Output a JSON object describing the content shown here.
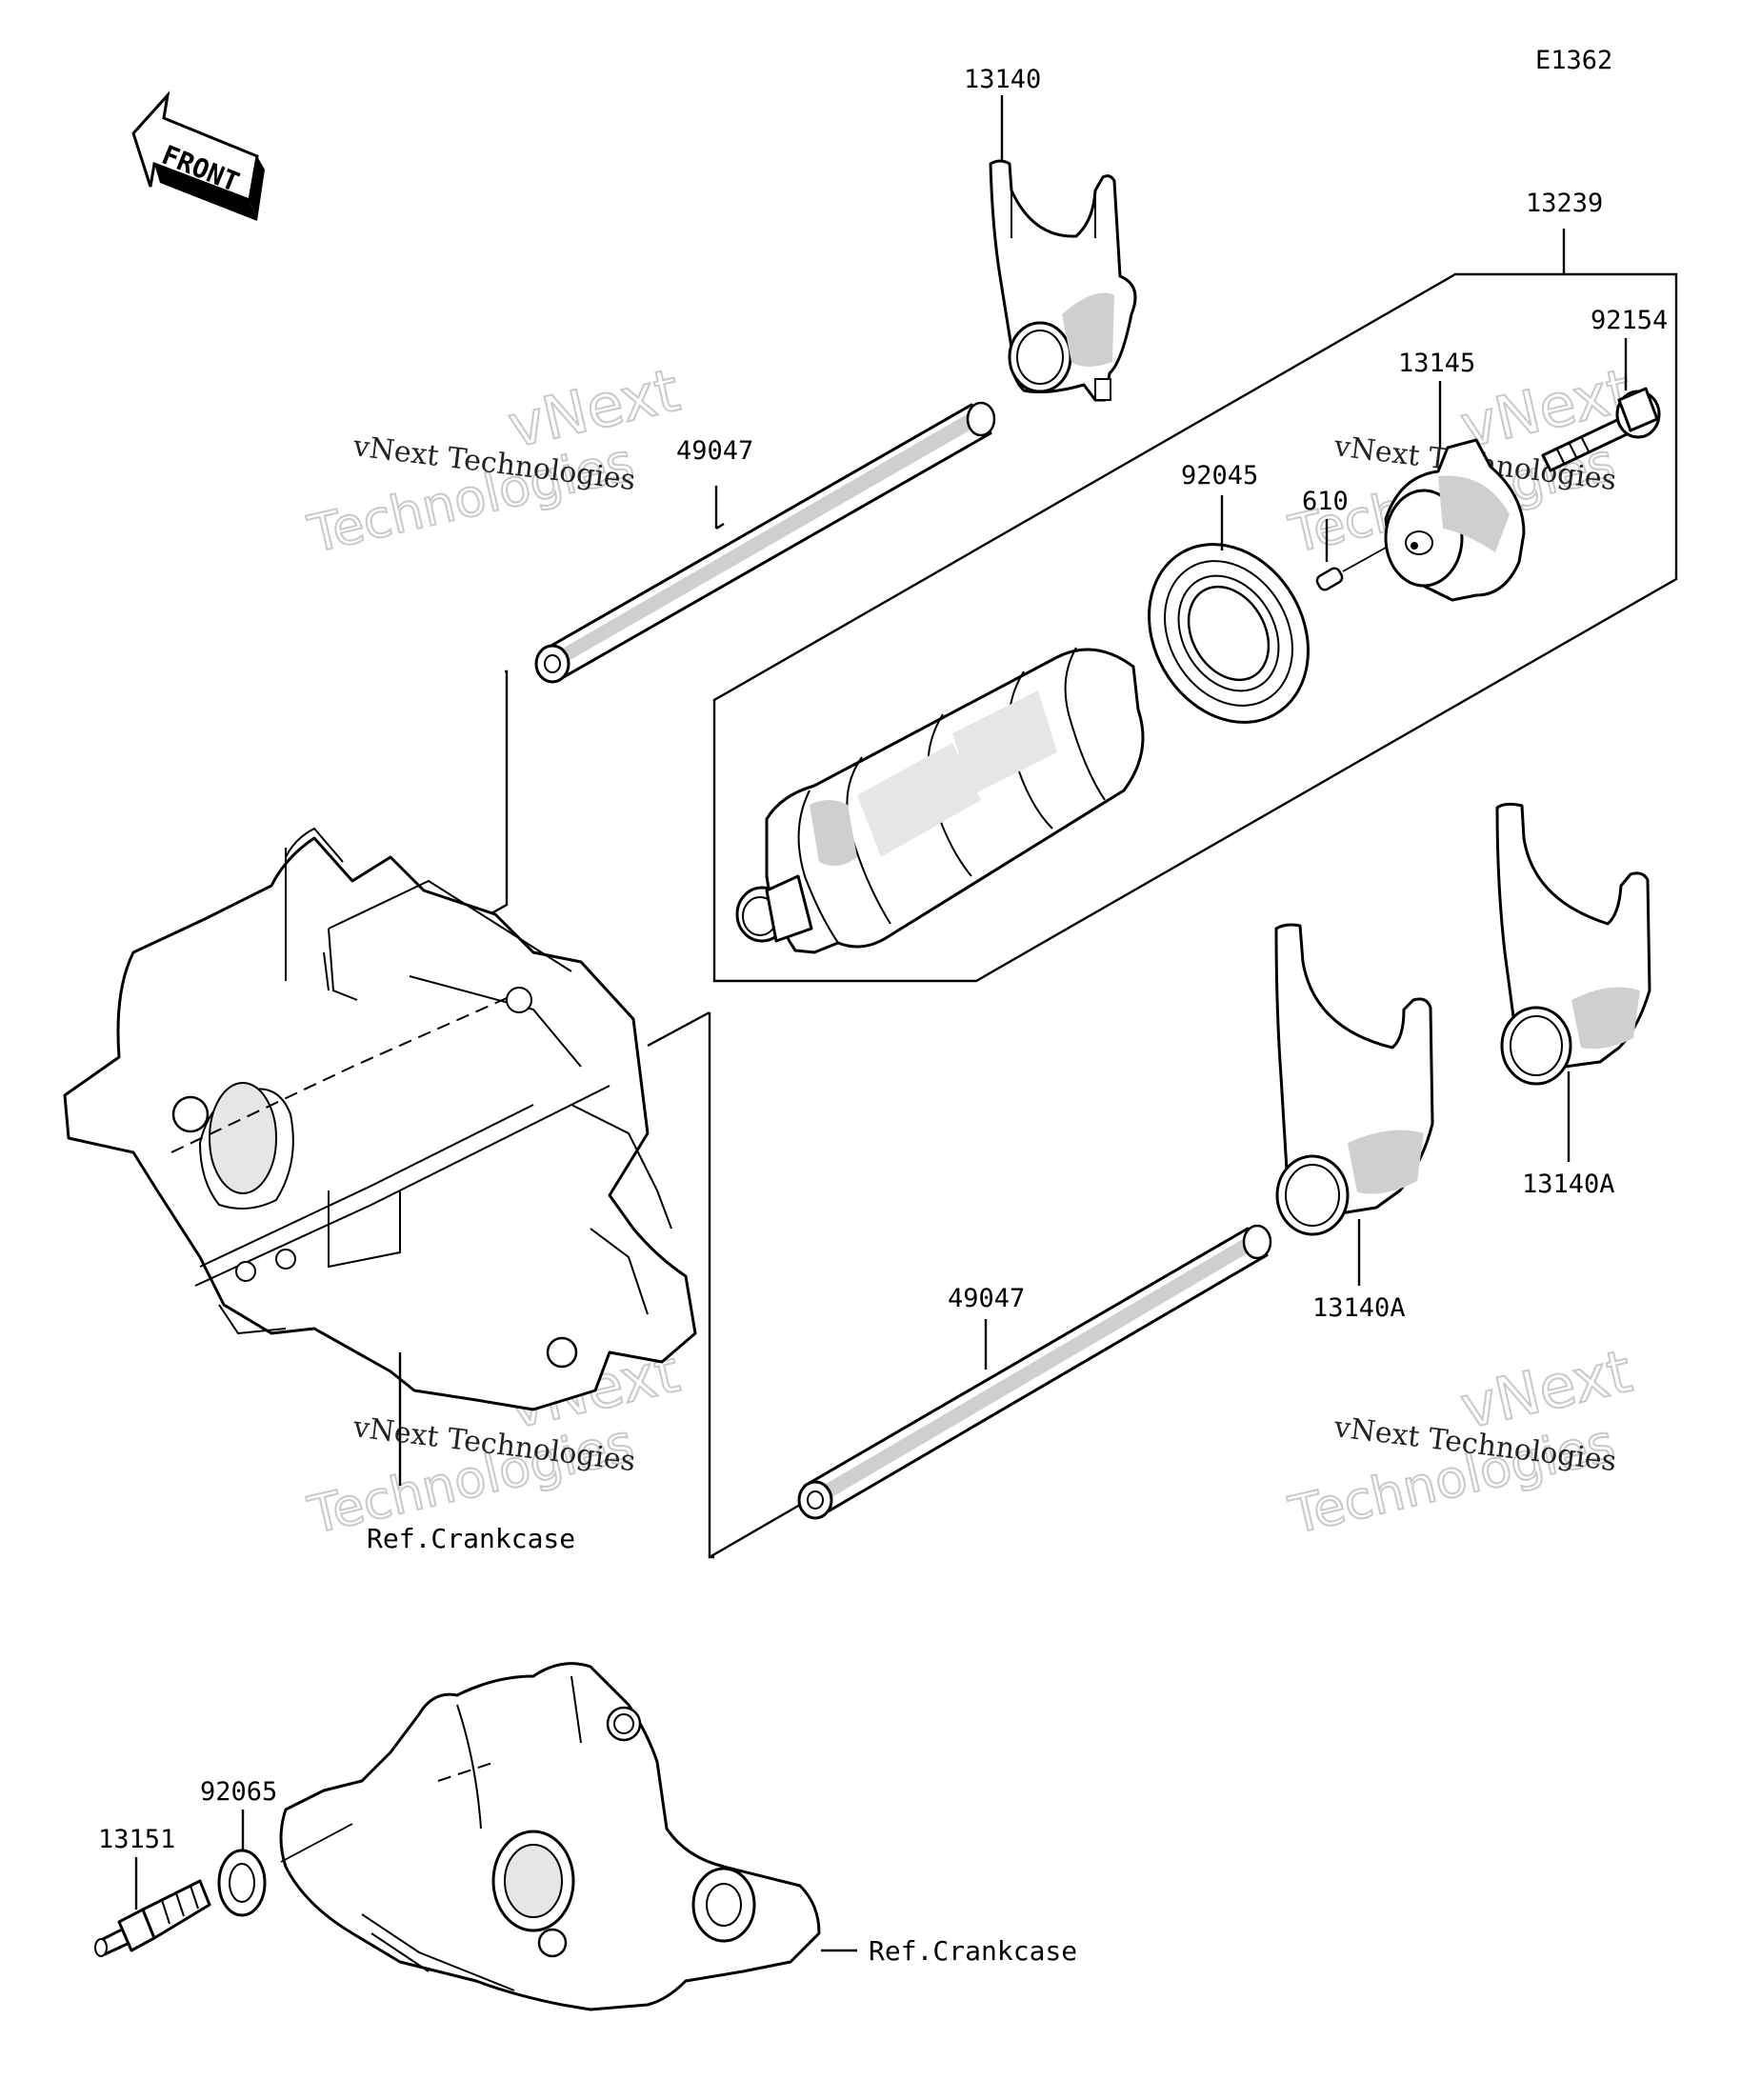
{
  "diagram_code": "E1362",
  "front_label": "FRONT",
  "parts": {
    "p13140": "13140",
    "p13239": "13239",
    "p92154": "92154",
    "p13145": "13145",
    "p92045": "92045",
    "p610": "610",
    "p49047_top": "49047",
    "p49047_bottom": "49047",
    "p13140A_right": "13140A",
    "p13140A_mid": "13140A",
    "p92065": "92065",
    "p13151": "13151"
  },
  "refs": {
    "crankcase_upper": "Ref.Crankcase",
    "crankcase_lower": "Ref.Crankcase"
  },
  "watermark": {
    "small": "vNext Technologies",
    "line1": "vNext",
    "line2": "Technologies"
  }
}
